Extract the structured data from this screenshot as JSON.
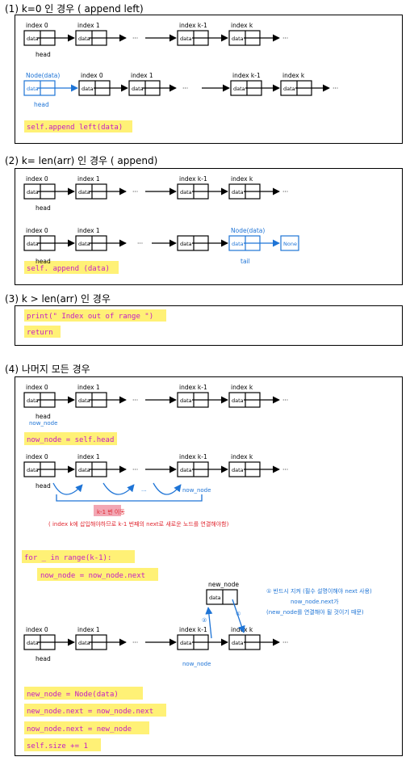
{
  "headers": {
    "s1": "(1)  k=0 인 경우 ( append left)",
    "s2": "(2)  k= len(arr) 인 경우  ( append)",
    "s3": "(3)  k > len(arr) 인 경우",
    "s4": "(4)  나머지 모든 경우"
  },
  "labels": {
    "index0": "index 0",
    "index1": "index 1",
    "indexkm1": "index k-1",
    "indexk": "index k",
    "data": "data",
    "head": "head",
    "ellipsis": "···",
    "tail": "tail",
    "none": "None",
    "node_data": "Node(data)",
    "now_node": "now_node",
    "new_node": "new_node"
  },
  "code": {
    "s1": "self.append left(data)",
    "s2": "self. append (data)",
    "s3_1": "print(\" Index out of range \")",
    "s3_2": "return",
    "s4_a": "now_node = self.head",
    "s4_b": "for  _  in range(k-1):",
    "s4_c": "now_node = now_node.next",
    "s4_d": "new_node = Node(data)",
    "s4_e": "new_node.next = now_node.next",
    "s4_f": "now_node.next = new_node",
    "s4_g": "self.size += 1"
  },
  "notes": {
    "k1move": "k-1 번 이동",
    "k1reason": "( index k에 삽입해야하므로 k-1 번째의 next로 새로운 노드를 연결해야함)",
    "note1": "① 반드시 지켜 (필수 설명이해야 next 사용)",
    "note2": "now_node.next가",
    "note3": "(new_node를 연결해야 될 것이기 때문)",
    "step1": "①",
    "step2": "②"
  },
  "colors": {
    "highlight": "#fff176",
    "blue": "#1e74d6",
    "red": "#e0262f",
    "magenta": "#c41cc4",
    "pink": "#f2a7b4"
  }
}
